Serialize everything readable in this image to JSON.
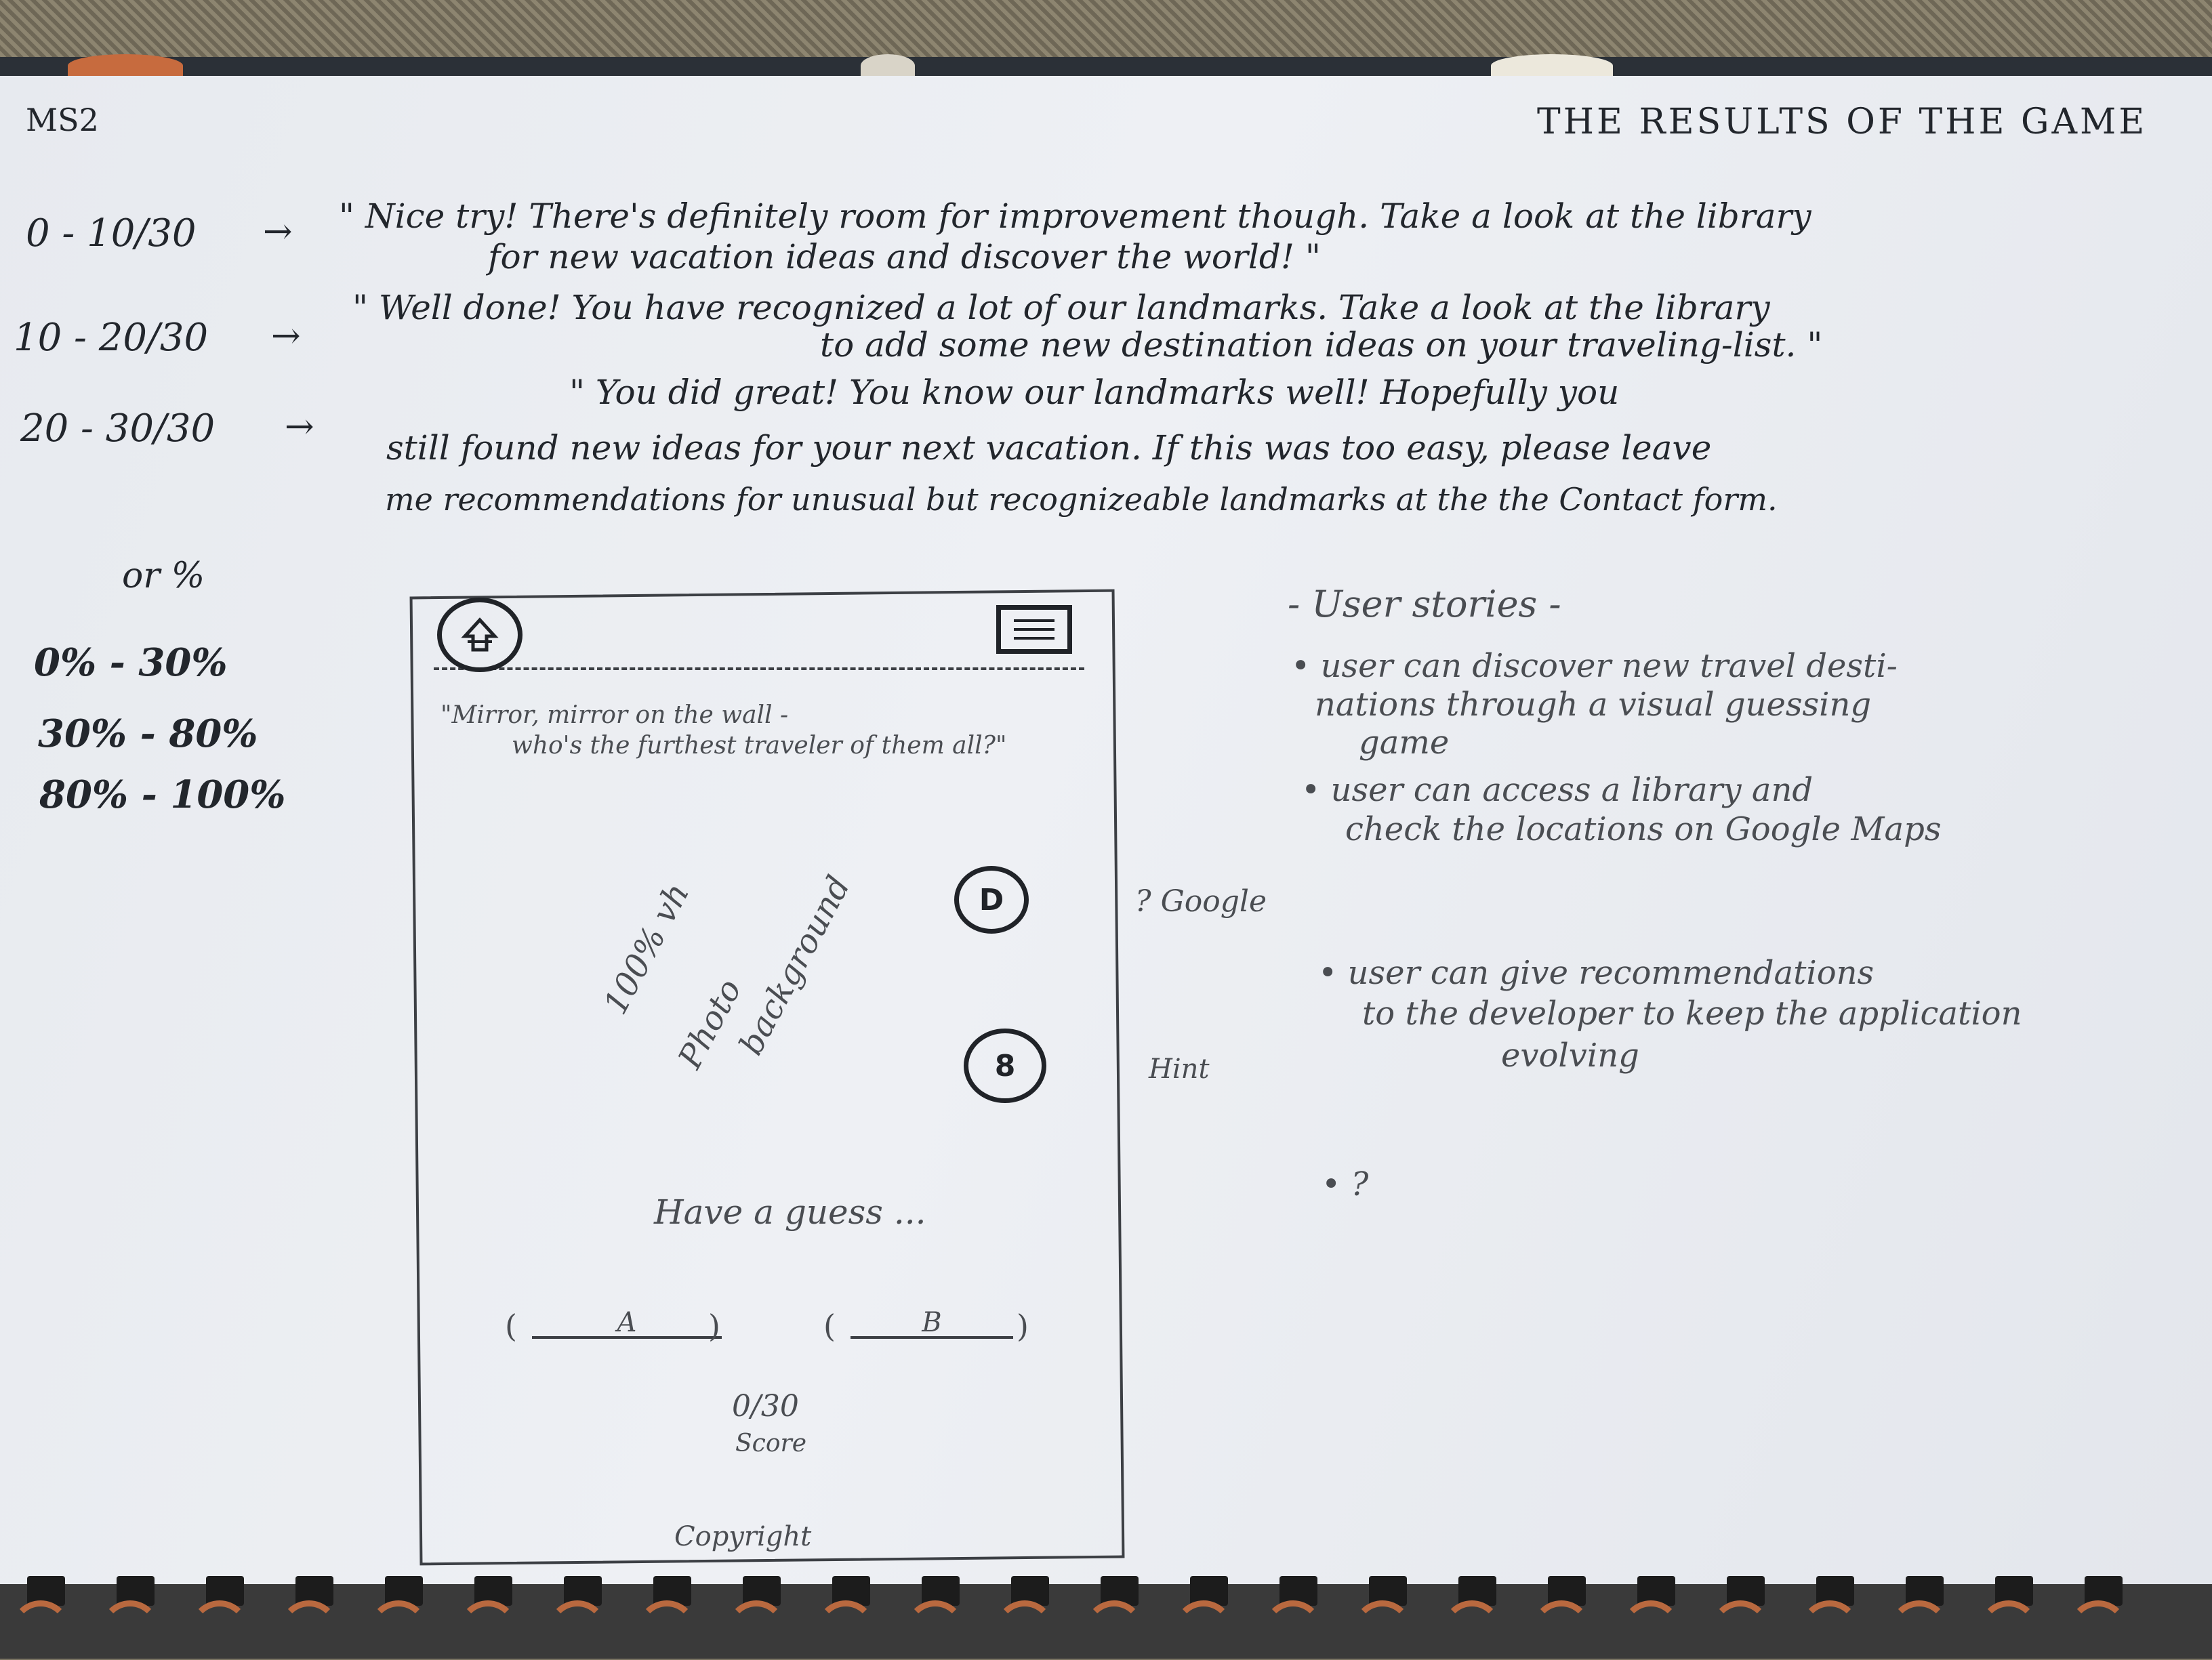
{
  "header": {
    "left_label": "MS2",
    "title": "THE RESULTS OF THE GAME"
  },
  "results": [
    {
      "range": "0 - 10/30",
      "arrow": "→",
      "line1": "\" Nice try! There's definitely room for improvement though. Take a look at the library",
      "line2": "for new vacation ideas and discover the world! \""
    },
    {
      "range": "10 - 20/30",
      "arrow": "→",
      "line1": "\" Well done! You have recognized a lot of our landmarks. Take a look at the library",
      "line2": "to add some new destination ideas on your traveling-list. \""
    },
    {
      "range": "20 - 30/30",
      "arrow": "→",
      "line1": "\" You did great! You know our landmarks well! Hopefully you",
      "line2": "still found new ideas for your next vacation. If this was too easy, please leave",
      "line3": "me recommendations for unusual but recognizeable landmarks at the the Contact form."
    }
  ],
  "percent": {
    "heading": "or %",
    "items": [
      "0% - 30%",
      "30% - 80%",
      "80% - 100%"
    ]
  },
  "mockup": {
    "quote_line1": "\"Mirror, mirror on the wall -",
    "quote_line2": "who's the furthest traveler of them all?\"",
    "background_note_1": "100% vh",
    "background_note_2": "Photo",
    "background_note_3": "background",
    "google_button_icon": "D",
    "hint_button_icon": "8",
    "prompt": "Have a guess ...",
    "answer_a": "A",
    "answer_b": "B",
    "score_value": "0/30",
    "score_label": "Score",
    "footer": "Copyright"
  },
  "annotations": {
    "google": "? Google",
    "hint": "Hint"
  },
  "user_stories": {
    "heading": "- User stories -",
    "items": [
      {
        "line1": "• user can discover new travel desti-",
        "line2": "nations through a visual guessing",
        "line3": "game"
      },
      {
        "line1": "• user can access a library and",
        "line2": "check the locations on Google Maps"
      },
      {
        "line1": "• user can give recommendations",
        "line2": "to the developer to keep the application",
        "line3": "evolving"
      },
      {
        "line1": "• ?"
      }
    ]
  },
  "icons": {
    "home": "home-arrow-icon",
    "menu": "hamburger-menu-icon",
    "google": "location-pin-icon",
    "hint": "lightbulb-icon"
  }
}
